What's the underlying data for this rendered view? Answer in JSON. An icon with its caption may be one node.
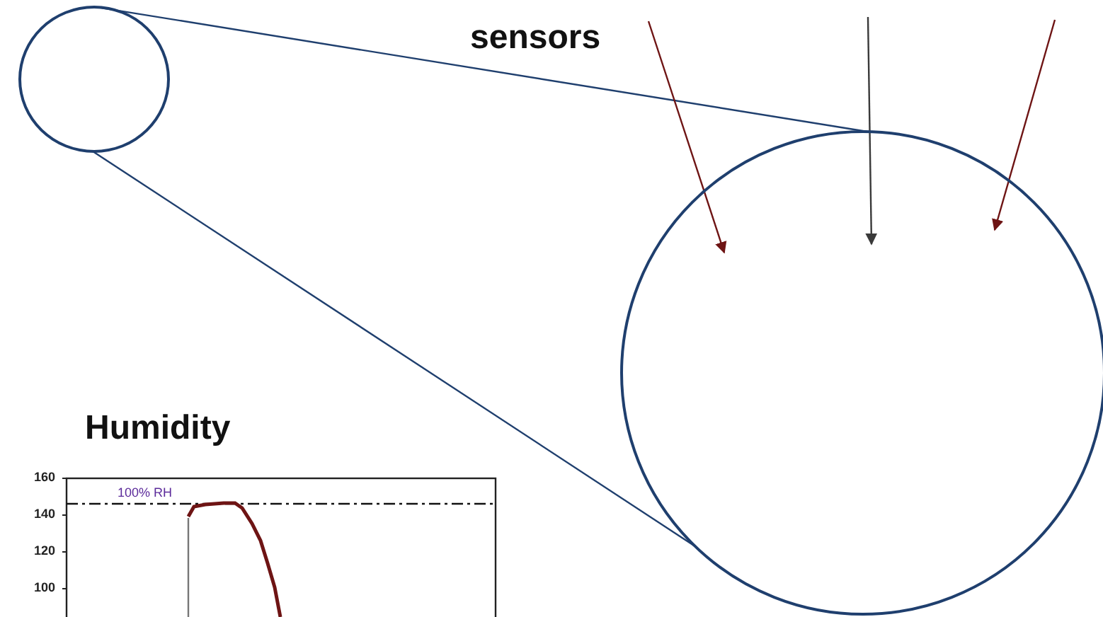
{
  "diagram": {
    "nodes": [
      {
        "text": [],
        "shape": "circle"
      },
      {
        "text": [],
        "shape": "circle"
      }
    ],
    "edges": [
      {
        "from": 0,
        "to": 1,
        "arrow": "none"
      },
      {
        "from": 0,
        "to": 1,
        "arrow": "none"
      },
      {
        "from": null,
        "to": 1,
        "arrow": "to",
        "color": "#6e1414"
      },
      {
        "from": null,
        "to": 1,
        "arrow": "to",
        "color": "#3a3a3a"
      },
      {
        "from": null,
        "to": 1,
        "arrow": "to",
        "color": "#6e1414"
      }
    ],
    "labels": [
      "sensors",
      "Humidity",
      "160",
      "100% RH",
      "140",
      "120",
      "100"
    ]
  }
}
